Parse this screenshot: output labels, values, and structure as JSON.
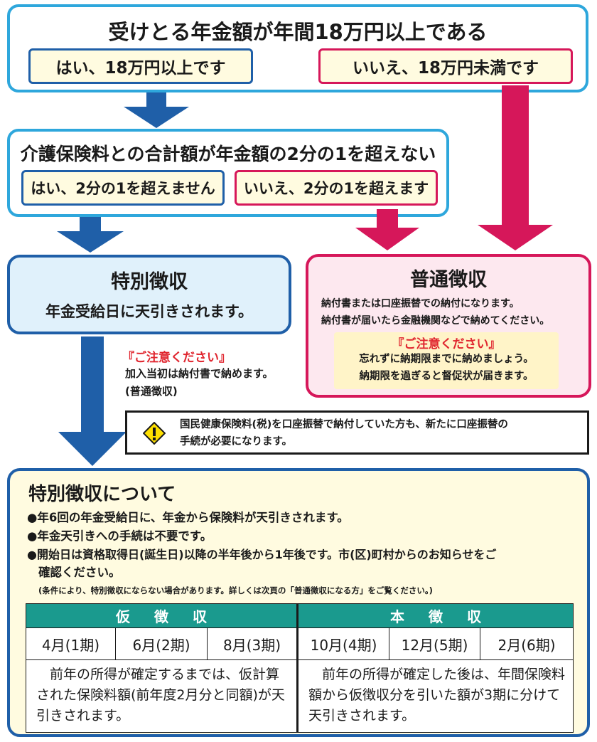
{
  "step1": {
    "question": "受けとる年金額が年間18万円以上である",
    "yes": "はい、18万円以上です",
    "no": "いいえ、18万円未満です"
  },
  "step2": {
    "question": "介護保険料との合計額が年金額の2分の1を超えない",
    "yes": "はい、2分の1を超えません",
    "no": "いいえ、2分の1を超えます"
  },
  "tokubetsu": {
    "title": "特別徴収",
    "subtitle": "年金受給日に天引きされます。",
    "caution_title": "『ご注意ください』",
    "caution_line1": "加入当初は納付書で納めます。",
    "caution_line2": "(普通徴収)"
  },
  "futsu": {
    "title": "普通徴収",
    "line1": "納付書または口座振替での納付になります。",
    "line2": "納付書が届いたら金融機関などで納めてください。",
    "caution_title": "『ご注意ください』",
    "caution_line1": "忘れずに納期限までに納めましょう。",
    "caution_line2": "納期限を過ぎると督促状が届きます。"
  },
  "notice": {
    "icon": "exclamation-warning-icon",
    "line1": "国民健康保険料(税)を口座振替で納付していた方も、新たに口座振替の",
    "line2": "手続が必要になります。"
  },
  "about": {
    "title": "特別徴収について",
    "bullet1": "●年6回の年金受給日に、年金から保険料が天引きされます。",
    "bullet2": "●年金天引きへの手続は不要です。",
    "bullet3_line1": "●開始日は資格取得日(誕生日)以降の半年後から1年後です。市(区)町村からのお知らせをご",
    "bullet3_line2": "確認ください。",
    "note": "(条件により、特別徴収にならない場合があります。詳しくは次頁の「普通徴収になる方」をご覧ください。)",
    "table": {
      "header_left": "仮徴収",
      "header_right": "本徴収",
      "periods": [
        "4月(1期)",
        "6月(2期)",
        "8月(3期)",
        "10月(4期)",
        "12月(5期)",
        "2月(6期)"
      ],
      "desc_left": "　前年の所得が確定するまでは、仮計算された保険料額(前年度2月分と同額)が天引きされます。",
      "desc_right": "　前年の所得が確定した後は、年間保険料額から仮徴収分を引いた額が3期に分けて天引きされます。"
    }
  },
  "colors": {
    "blue_border": "#2ea7dc",
    "navy": "#1f5fa8",
    "crimson": "#d6175a",
    "teal_header": "#1a9a8e",
    "cream": "#fffbe0"
  }
}
